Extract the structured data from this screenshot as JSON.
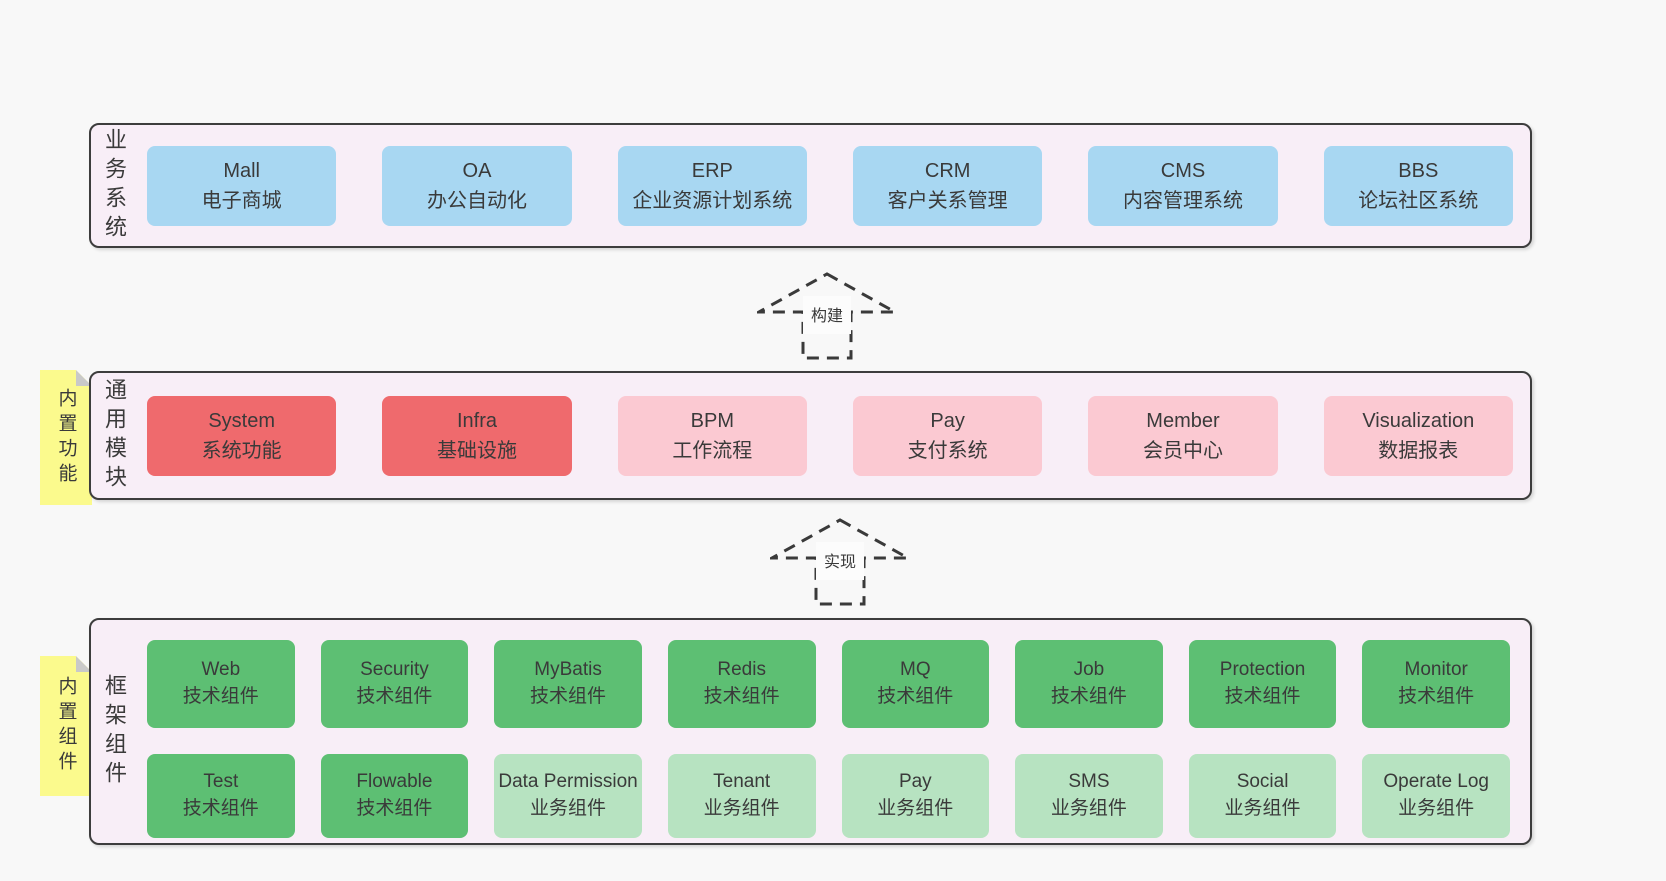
{
  "colors": {
    "page_bg": "#f8f8f8",
    "container_bg": "#f8eef7",
    "container_border": "#3d3d3d",
    "box_blue": "#a8d7f2",
    "box_red": "#ef6a6d",
    "box_pink": "#fbc9d2",
    "box_green": "#5dbf73",
    "box_light_green": "#b7e3c1",
    "note_yellow": "#fbfa8d",
    "note_fold_gray": "#c9c9c9",
    "text": "#3a3a3a"
  },
  "layers": {
    "business": {
      "label": "业务系统",
      "boxes": [
        {
          "en": "Mall",
          "zh": "电子商城",
          "variant": "blue"
        },
        {
          "en": "OA",
          "zh": "办公自动化",
          "variant": "blue"
        },
        {
          "en": "ERP",
          "zh": "企业资源计划系统",
          "variant": "blue"
        },
        {
          "en": "CRM",
          "zh": "客户关系管理",
          "variant": "blue"
        },
        {
          "en": "CMS",
          "zh": "内容管理系统",
          "variant": "blue"
        },
        {
          "en": "BBS",
          "zh": "论坛社区系统",
          "variant": "blue"
        }
      ]
    },
    "modules": {
      "label": "通用模块",
      "note": "内置功能",
      "boxes": [
        {
          "en": "System",
          "zh": "系统功能",
          "variant": "red"
        },
        {
          "en": "Infra",
          "zh": "基础设施",
          "variant": "red"
        },
        {
          "en": "BPM",
          "zh": "工作流程",
          "variant": "pink"
        },
        {
          "en": "Pay",
          "zh": "支付系统",
          "variant": "pink"
        },
        {
          "en": "Member",
          "zh": "会员中心",
          "variant": "pink"
        },
        {
          "en": "Visualization",
          "zh": "数据报表",
          "variant": "pink"
        }
      ]
    },
    "framework": {
      "label": "框架组件",
      "note": "内置组件",
      "row1": [
        {
          "en": "Web",
          "zh": "技术组件",
          "variant": "green"
        },
        {
          "en": "Security",
          "zh": "技术组件",
          "variant": "green"
        },
        {
          "en": "MyBatis",
          "zh": "技术组件",
          "variant": "green"
        },
        {
          "en": "Redis",
          "zh": "技术组件",
          "variant": "green"
        },
        {
          "en": "MQ",
          "zh": "技术组件",
          "variant": "green"
        },
        {
          "en": "Job",
          "zh": "技术组件",
          "variant": "green"
        },
        {
          "en": "Protection",
          "zh": "技术组件",
          "variant": "green"
        },
        {
          "en": "Monitor",
          "zh": "技术组件",
          "variant": "green"
        }
      ],
      "row2": [
        {
          "en": "Test",
          "zh": "技术组件",
          "variant": "green"
        },
        {
          "en": "Flowable",
          "zh": "技术组件",
          "variant": "green"
        },
        {
          "en": "Data Permission",
          "zh": "业务组件",
          "variant": "lightgreen"
        },
        {
          "en": "Tenant",
          "zh": "业务组件",
          "variant": "lightgreen"
        },
        {
          "en": "Pay",
          "zh": "业务组件",
          "variant": "lightgreen"
        },
        {
          "en": "SMS",
          "zh": "业务组件",
          "variant": "lightgreen"
        },
        {
          "en": "Social",
          "zh": "业务组件",
          "variant": "lightgreen"
        },
        {
          "en": "Operate Log",
          "zh": "业务组件",
          "variant": "lightgreen"
        }
      ]
    }
  },
  "arrows": {
    "build": {
      "label": "构建"
    },
    "implement": {
      "label": "实现"
    }
  }
}
